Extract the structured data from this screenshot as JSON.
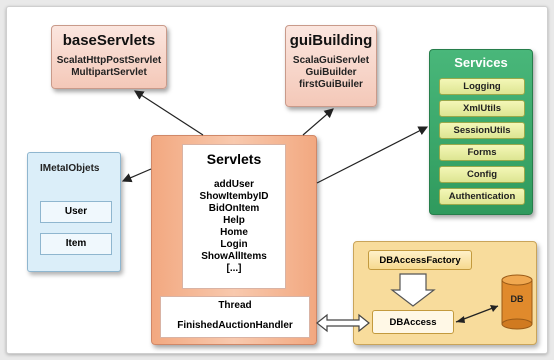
{
  "base_servlets": {
    "title": "baseServlets",
    "items": [
      "ScalatHttpPostServlet",
      "MultipartServlet"
    ]
  },
  "gui_building": {
    "title": "guiBuilding",
    "items": [
      "ScalaGuiServlet",
      "GuiBuilder",
      "firstGuiBuiler"
    ]
  },
  "servlets": {
    "title": "Servlets",
    "items": [
      "addUser",
      "ShowItembyID",
      "BidOnItem",
      "Help",
      "Home",
      "Login",
      "ShowAllItems",
      "[...]"
    ]
  },
  "thread": {
    "title": "Thread",
    "item": "FinishedAuctionHandler"
  },
  "meta_objects": {
    "title": "IMetaIObjets",
    "items": [
      "User",
      "Item"
    ]
  },
  "services": {
    "title": "Services",
    "items": [
      "Logging",
      "XmlUtils",
      "SessionUtils",
      "Forms",
      "Config",
      "Authentication"
    ]
  },
  "db": {
    "factory": "DBAccessFactory",
    "access": "DBAccess",
    "cylinder": "DB"
  },
  "colors": {
    "pink_box": "#f4c8b8",
    "servlets_orange": "#f2a880",
    "services_green": "#3aa866",
    "service_item": "#e8ee9f",
    "db_panel": "#f8dc9c",
    "db_cylinder": "#e08a2c",
    "meta_blue": "#dbeef9"
  }
}
